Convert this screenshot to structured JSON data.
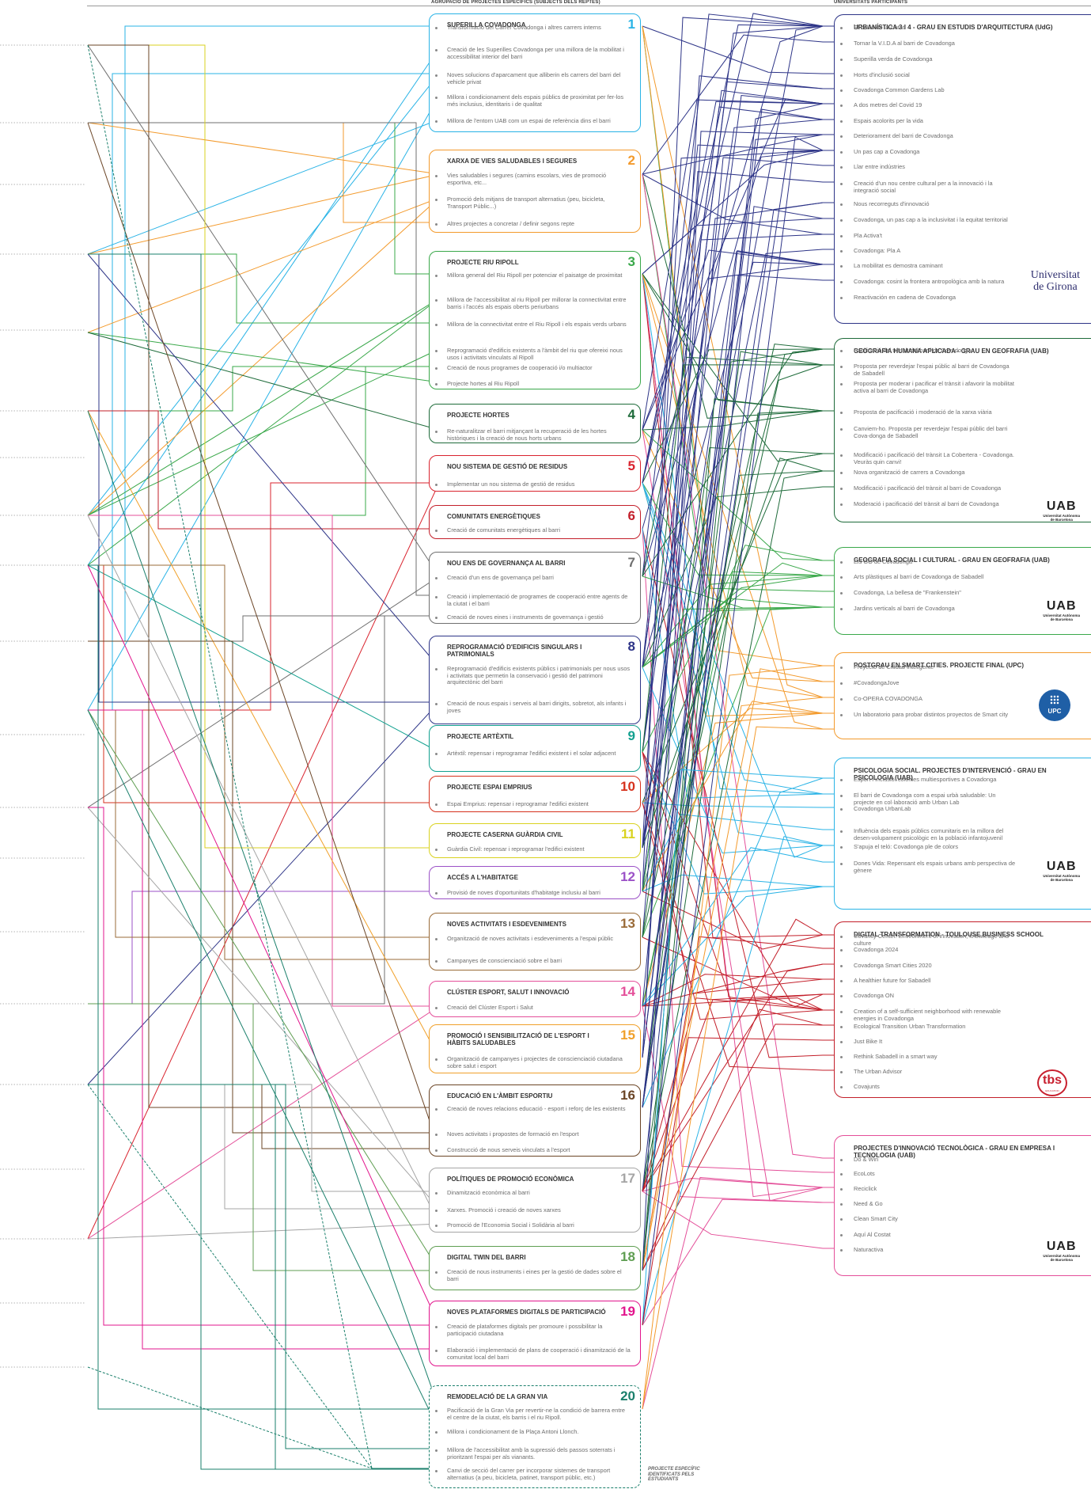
{
  "header": {
    "left": "AGRUPACIÓ DE PROJECTES ESPECÍFICS (SUBJECTS DELS REPTES)",
    "right": "UNIVERSITATS PARTICIPANTS"
  },
  "colors": [
    "#29b3e6",
    "#f39a2c",
    "#3aa84a",
    "#1e6b3a",
    "#d9232e",
    "#c31f2a",
    "#6f6f6f",
    "#2d3487",
    "#12a08f",
    "#d6311c",
    "#d9d21f",
    "#9b51c7",
    "#9a6b38",
    "#e44f99",
    "#f0a02a",
    "#6b4526",
    "#a5a5a5",
    "#5f9e52",
    "#e2148c",
    "#1a7f6b"
  ],
  "projects": [
    {
      "num": "1",
      "title": "SUPERILLA COVADONGA",
      "color": "#29b3e6",
      "items": [
        "Transformació del Carrer Covadonga i altres carrers interns",
        "Creació de les Superilles Covadonga per una millora de la mobilitat i accessibilitat interior del barri",
        "Noves solucions d'aparcament que alliberin els carrers del barri del vehicle privat",
        "Millora i condicionament dels espais públics de proximitat per fer-los més inclusius, identitaris i de qualitat",
        "Millora de l'entorn UAB com un espai de referència dins el barri"
      ]
    },
    {
      "num": "2",
      "title": "XARXA DE VIES SALUDABLES I SEGURES",
      "color": "#f39a2c",
      "items": [
        "Vies saludables i segures (camins escolars, vies de promoció esportiva, etc...",
        "Promoció dels mitjans de transport alternatius (peu, bicicleta, Transport Públic...)",
        "Altres projectes a concretar / definir segons repte"
      ]
    },
    {
      "num": "3",
      "title": "PROJECTE RIU RIPOLL",
      "color": "#3aa84a",
      "items": [
        "Millora general del Riu Ripoll per potenciar el paisatge de proximitat",
        "Millora de l'accessibilitat al riu Ripoll per millorar la connectivitat entre barris i l'accés als espais oberts periurbans",
        "Millora de la connectivitat entre el Riu Ripoll i els espais verds urbans",
        "Reprogramació d'edificis existents a l'àmbit del riu que ofereixi nous usos i activitats vinculats al Ripoll",
        "Creació de nous programes de cooperació i/o multiactor",
        "Projecte hortes al Riu Ripoll"
      ]
    },
    {
      "num": "4",
      "title": "PROJECTE HORTES",
      "color": "#1e6b3a",
      "items": [
        "Re-naturalitzar el barri mitjançant la recuperació de les hortes històriques i la creació de nous horts urbans"
      ]
    },
    {
      "num": "5",
      "title": "NOU SISTEMA DE GESTIÓ DE RESIDUS",
      "color": "#d9232e",
      "items": [
        "Implementar un nou sistema de gestió de residus"
      ]
    },
    {
      "num": "6",
      "title": "COMUNITATS ENERGÈTIQUES",
      "color": "#c31f2a",
      "items": [
        "Creació de comunitats energètiques al barri"
      ]
    },
    {
      "num": "7",
      "title": "NOU ENS DE GOVERNANÇA AL BARRI",
      "color": "#6f6f6f",
      "items": [
        "Creació d'un ens de governança pel barri",
        "Creació i implementació de programes de cooperació entre agents de la ciutat i el barri",
        "Creació de noves eines i instruments de governança i gestió"
      ]
    },
    {
      "num": "8",
      "title": "REPROGRAMACIÓ D'EDIFICIS SINGULARS I PATRIMONIALS",
      "color": "#2d3487",
      "items": [
        "Reprogramació d'edificis existents públics i patrimonials per nous usos i activitats que permetin la conservació i gestió del patrimoni arquitectònic del barri",
        "Creació de nous espais i serveis al barri dirigits, sobretot, als infants i joves"
      ]
    },
    {
      "num": "9",
      "title": "PROJECTE ARTÈXTIL",
      "color": "#12a08f",
      "items": [
        "Artèxtil: repensar i reprogramar l'edifici existent i el solar adjacent"
      ]
    },
    {
      "num": "10",
      "title": "PROJECTE ESPAI EMPRIUS",
      "color": "#d6311c",
      "items": [
        "Espai Emprius: repensar i reprogramar l'edifici existent"
      ]
    },
    {
      "num": "11",
      "title": "PROJECTE CASERNA GUÀRDIA CIVIL",
      "color": "#d9d21f",
      "items": [
        "Guàrdia Civil: repensar i reprogramar l'edifici existent"
      ]
    },
    {
      "num": "12",
      "title": "ACCÉS A L'HABITATGE",
      "color": "#9b51c7",
      "items": [
        "Provisió de noves d'oportunitats d'habitatge inclusiu al barri"
      ]
    },
    {
      "num": "13",
      "title": "NOVES ACTIVITATS I ESDEVENIMENTS",
      "color": "#9a6b38",
      "items": [
        "Organització de noves activitats i esdeveniments a l'espai públic",
        "Campanyes de conscienciació sobre el barri"
      ]
    },
    {
      "num": "14",
      "title": "CLÚSTER ESPORT, SALUT I INNOVACIÓ",
      "color": "#e44f99",
      "items": [
        "Creació del Clúster Esport i Salut"
      ]
    },
    {
      "num": "15",
      "title": "PROMOCIÓ I SENSIBILITZACIÓ DE L'ESPORT I HÀBITS SALUDABLES",
      "color": "#f0a02a",
      "items": [
        "Organització de campanyes i projectes de conscienciació ciutadana sobre salut i esport"
      ]
    },
    {
      "num": "16",
      "title": "EDUCACIÓ EN L'ÀMBIT ESPORTIU",
      "color": "#6b4526",
      "items": [
        "Creació de noves relacions educació - esport i reforç de les existents",
        "Noves activitats i propostes de formació en l'esport",
        "Construcció de nous serveis vinculats a l'esport"
      ]
    },
    {
      "num": "17",
      "title": "POLÍTIQUES DE PROMOCIÓ ECONÒMICA",
      "color": "#a5a5a5",
      "items": [
        "Dinamització econòmica al barri",
        "Xarxes. Promoció i creació de noves xarxes",
        "Promoció de l'Economia Social i Solidària al barri"
      ]
    },
    {
      "num": "18",
      "title": "DIGITAL TWIN DEL BARRI",
      "color": "#5f9e52",
      "items": [
        "Creació de nous instruments i eines per la gestió de dades sobre el barri"
      ]
    },
    {
      "num": "19",
      "title": "NOVES PLATAFORMES DIGITALS DE PARTICIPACIÓ",
      "color": "#e2148c",
      "items": [
        "Creació de plataformes digitals per promoure i possibilitar la participació ciutadana",
        "Elaboració i implementació de plans de cooperació i dinamització de la comunitat local del barri"
      ]
    },
    {
      "num": "20",
      "title": "REMODELACIÓ DE LA GRAN VIA",
      "color": "#1a7f6b",
      "dashed": true,
      "items": [
        "Pacificació de la Gran Via per revertir-ne la condició de barrera entre el centre de la ciutat, els barris i el riu Ripoll.",
        "Millora i condicionament de la Plaça Antoni Llonch.",
        "Millora de l'accessibilitat amb la supressió dels passos soterrats i prioritzant l'espai per als vianants.",
        "Canvi de secció del carrer per incorporar sistemes de transport alternatius (a peu, bicicleta, patinet, transport públic, etc.)"
      ]
    }
  ],
  "note": "PROJECTE ESPECÍFIC IDENTIFICATS PELS ESTUDIANTS",
  "universities": [
    {
      "title": "URBANÍSTICA 3 I 4 - GRAU EN ESTUDIS D'ARQUITECTURA (UdG)",
      "color": "#2d3487",
      "logo": "udg",
      "logo_text": [
        "Universitat",
        "de Girona"
      ],
      "items": [
        "El balcó de la ciutat",
        "Tornar la V.I.D.A al barri de Covadonga",
        "Superilla verda de Covadonga",
        "Horts d'inclusió social",
        "Covadonga Common Gardens Lab",
        "A dos metres del Covid 19",
        "Espais acolorits per la vida",
        "Deteriorament del barri de Covadonga",
        "Un pas cap a Covadonga",
        "Llar entre indústries",
        "Creació d'un nou centre cultural per a la innovació i la integració social",
        "Nous recorreguts d'innovació",
        "Covadonga, un pas cap a la inclusivitat i la equitat territorial",
        "Pla Activa't",
        "Covadonga: Pla A",
        "La mobilitat es demostra caminant",
        "Covadonga: cosint la frontera antropològica amb la natura",
        "Reactivación en cadena de Covadonga"
      ]
    },
    {
      "title": "GEOGRAFIA HUMANA APLICADA - GRAU EN GEOFRAFIA (UAB)",
      "color": "#1e6b3a",
      "logo": "uab",
      "logo_text": [
        "UAB",
        "Universitat Autònoma",
        "de Barcelona"
      ],
      "items": [
        "Pacificació del trànsit del barri de Covadonga",
        "Proposta per reverdejar l'espai públic al barri de Covadonga de Sabadell",
        "Proposta per moderar i pacificar el trànsit i afavorir la mobilitat activa al barri de Covadonga",
        "Proposta de pacificació i moderació de la xarxa viària",
        "Canviem-ho. Proposta per reverdejar l'espai públic del barri Cova-donga de Sabadell",
        "Modificació i pacificació del trànsit La Cobertera - Covadonga. Veuràs quin canvi!",
        "Nova organització de carrers a Covadonga",
        "Modificació i pacificació del trànsit al barri de Covadonga",
        "Moderació i pacificació del trànsit al barri de Covadonga"
      ]
    },
    {
      "title": "GEOGRAFIA SOCIAL I CULTURAL - GRAU EN GEOFRAFIA (UAB)",
      "color": "#3aa84a",
      "logo": "uab",
      "logo_text": [
        "UAB",
        "Universitat Autònoma",
        "de Barcelona"
      ],
      "items": [
        "Els GO de Covadonga",
        "Arts plàstiques al barri de Covadonga de Sabadell",
        "Covadonga, La bellesa de \"Frankenstein\"",
        "Jardins verticals al barri de Covadonga"
      ]
    },
    {
      "title": "POSTGRAU EN SMART CITIES. PROJECTE FINAL (UPC)",
      "color": "#f39a2c",
      "logo": "upc",
      "logo_text": [
        "UPC"
      ],
      "items": [
        "Proyecto de Ciudad Inteligente",
        "#CovadongaJove",
        "Co-OPERA COVADONGA",
        "Un laboratorio para probar distintos proyectos de Smart city"
      ]
    },
    {
      "title": "PSICOLOGIA SOCIAL. PROJECTES D'INTERVENCIÓ - GRAU EN PSICOLOGIA (UAB)",
      "color": "#29b3e6",
      "logo": "uab",
      "logo_text": [
        "UAB",
        "Universitat Autònoma",
        "de Barcelona"
      ],
      "items": [
        "Esport i inclusió: colònies multiesportives a Covadonga",
        "El barri de Covadonga com a espai urbà saludable: Un projecte en col·laboració amb Urban Lab",
        "Covadonga UrbanLab",
        "Influència dels espais públics comunitaris en la millora del desen-volupament psicològic en la població infantojuvenil",
        "S'apuja el teló: Covadonga ple de colors",
        "Dones Vida: Repensant els espais urbans amb perspectiva de gènere"
      ]
    },
    {
      "title": "DIGITAL TRANSFORMATION - TOULOUSE BUSINESS SCHOOL",
      "color": "#c31f2a",
      "logo": "tbs",
      "logo_text": [
        "tbs",
        "EDUCATION"
      ],
      "items": [
        "Covunity Center. Environment of innovation, knowledge and culture",
        "Covadonga 2024",
        "Covadonga Smart Cities 2020",
        "A healthier future for Sabadell",
        "Covadonga ON",
        "Creation of a self-sufficient neighborhood with renewable energies in Covadonga",
        "Ecological Transition Urban Transformation",
        "Just Bike It",
        "Rethink Sabadell in a smart way",
        "The Urban Advisor",
        "Covajunts"
      ]
    },
    {
      "title": "PROJECTES D'INNOVACIÓ TECNOLÒGICA - GRAU EN EMPRESA I TECNOLOGIA (UAB)",
      "color": "#e44f99",
      "logo": "uab",
      "logo_text": [
        "UAB",
        "Universitat Autònoma",
        "de Barcelona"
      ],
      "items": [
        "Do & Win",
        "EcoLots",
        "Reciclick",
        "Need & Go",
        "Clean Smart City",
        "Aquí Al Costat",
        "Naturactiva"
      ]
    }
  ]
}
